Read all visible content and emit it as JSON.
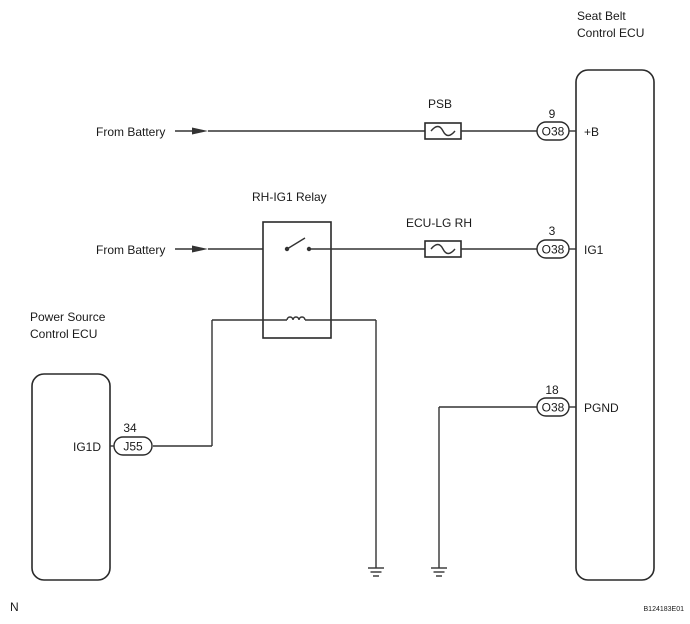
{
  "seat_belt_ecu": {
    "title_line1": "Seat Belt",
    "title_line2": "Control ECU"
  },
  "power_source_ecu": {
    "title_line1": "Power Source",
    "title_line2": "Control ECU"
  },
  "sources": {
    "battery1": "From Battery",
    "battery2": "From Battery"
  },
  "fuses": {
    "psb": "PSB",
    "ecu_lg_rh": "ECU-LG RH"
  },
  "relay": {
    "label": "RH-IG1 Relay"
  },
  "connectors": {
    "o38_b": {
      "code": "O38",
      "pin": "9",
      "terminal": "+B"
    },
    "o38_ig1": {
      "code": "O38",
      "pin": "3",
      "terminal": "IG1"
    },
    "o38_pgnd": {
      "code": "O38",
      "pin": "18",
      "terminal": "PGND"
    },
    "j55": {
      "code": "J55",
      "pin": "34",
      "terminal": "IG1D"
    }
  },
  "footer": {
    "corner_mark": "N",
    "figure_id": "B124183E01"
  }
}
